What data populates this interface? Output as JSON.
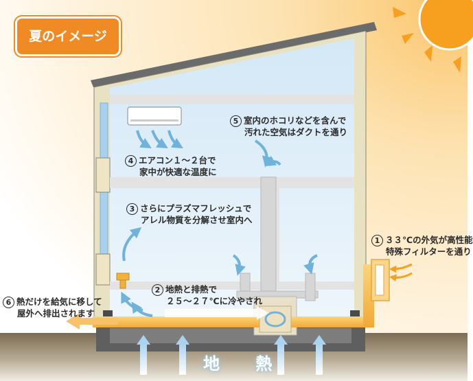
{
  "title": "夏のイメージ",
  "ground_label": "地 熱",
  "steps": [
    {
      "num": "1",
      "lines": [
        "３３℃の外気が高性能",
        "特殊フィルターを通り"
      ]
    },
    {
      "num": "2",
      "lines": [
        "地熱と排熱で",
        "２５～２７℃に冷やされ"
      ]
    },
    {
      "num": "3",
      "lines": [
        "さらにプラズマフレッシュで",
        "アレル物質を分解させ室内へ"
      ]
    },
    {
      "num": "4",
      "lines": [
        "エアコン１～２台で",
        "家中が快適な温度に"
      ]
    },
    {
      "num": "5",
      "lines": [
        "室内のホコリなどを含んで",
        "汚れた空気はダクトを通り"
      ]
    },
    {
      "num": "6",
      "lines": [
        "熱だけを給気に移して",
        "屋外へ排出されます"
      ]
    }
  ],
  "colors": {
    "badge": "#ef8a25",
    "sun": "#f7a020",
    "sky": "#fde9c5",
    "duct": "#d3d3d3",
    "ground": "#7a6b55",
    "arrow_blue": "#6fb3dd",
    "arrow_orange": "#f4a020"
  }
}
